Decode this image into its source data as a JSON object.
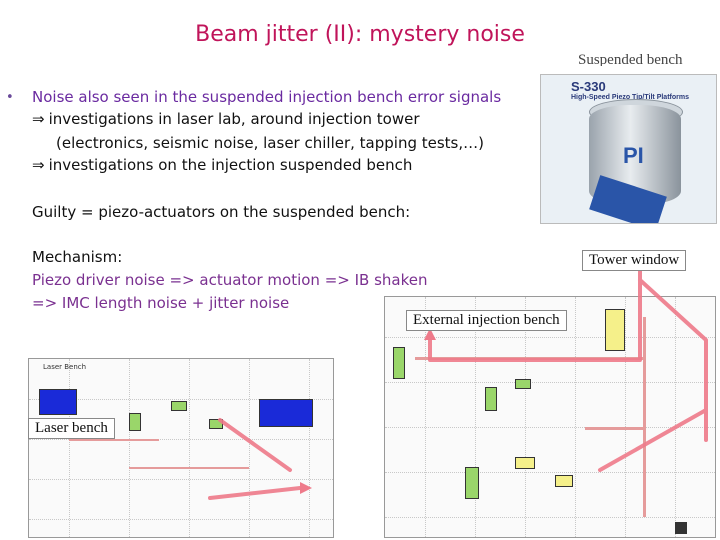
{
  "slide": {
    "title": "Beam jitter (II): mystery noise",
    "corner_label": "Suspended bench",
    "bullet_symbol": "•",
    "arrow_symbol": "⇒",
    "lines": {
      "l1": "Noise also seen in the suspended injection bench error signals",
      "l2": "investigations in laser lab, around injection tower",
      "l3": "(electronics, seismic noise, laser chiller, tapping tests,…)",
      "l4": "investigations on the injection suspended bench",
      "l5": "Guilty = piezo-actuators on the suspended bench:",
      "l6": "Mechanism:",
      "l7": "Piezo driver noise => actuator motion => IB shaken",
      "l8": "=> IMC length noise + jitter noise"
    },
    "labels": {
      "tower_window": "Tower window",
      "external_injection_bench": "External injection bench",
      "laser_bench": "Laser bench"
    },
    "photo": {
      "model": "S-330",
      "caption": "High-Speed Piezo Tip/Tilt Platforms",
      "logo": "PI"
    },
    "schematic_left": {
      "title": "Laser Bench"
    }
  }
}
